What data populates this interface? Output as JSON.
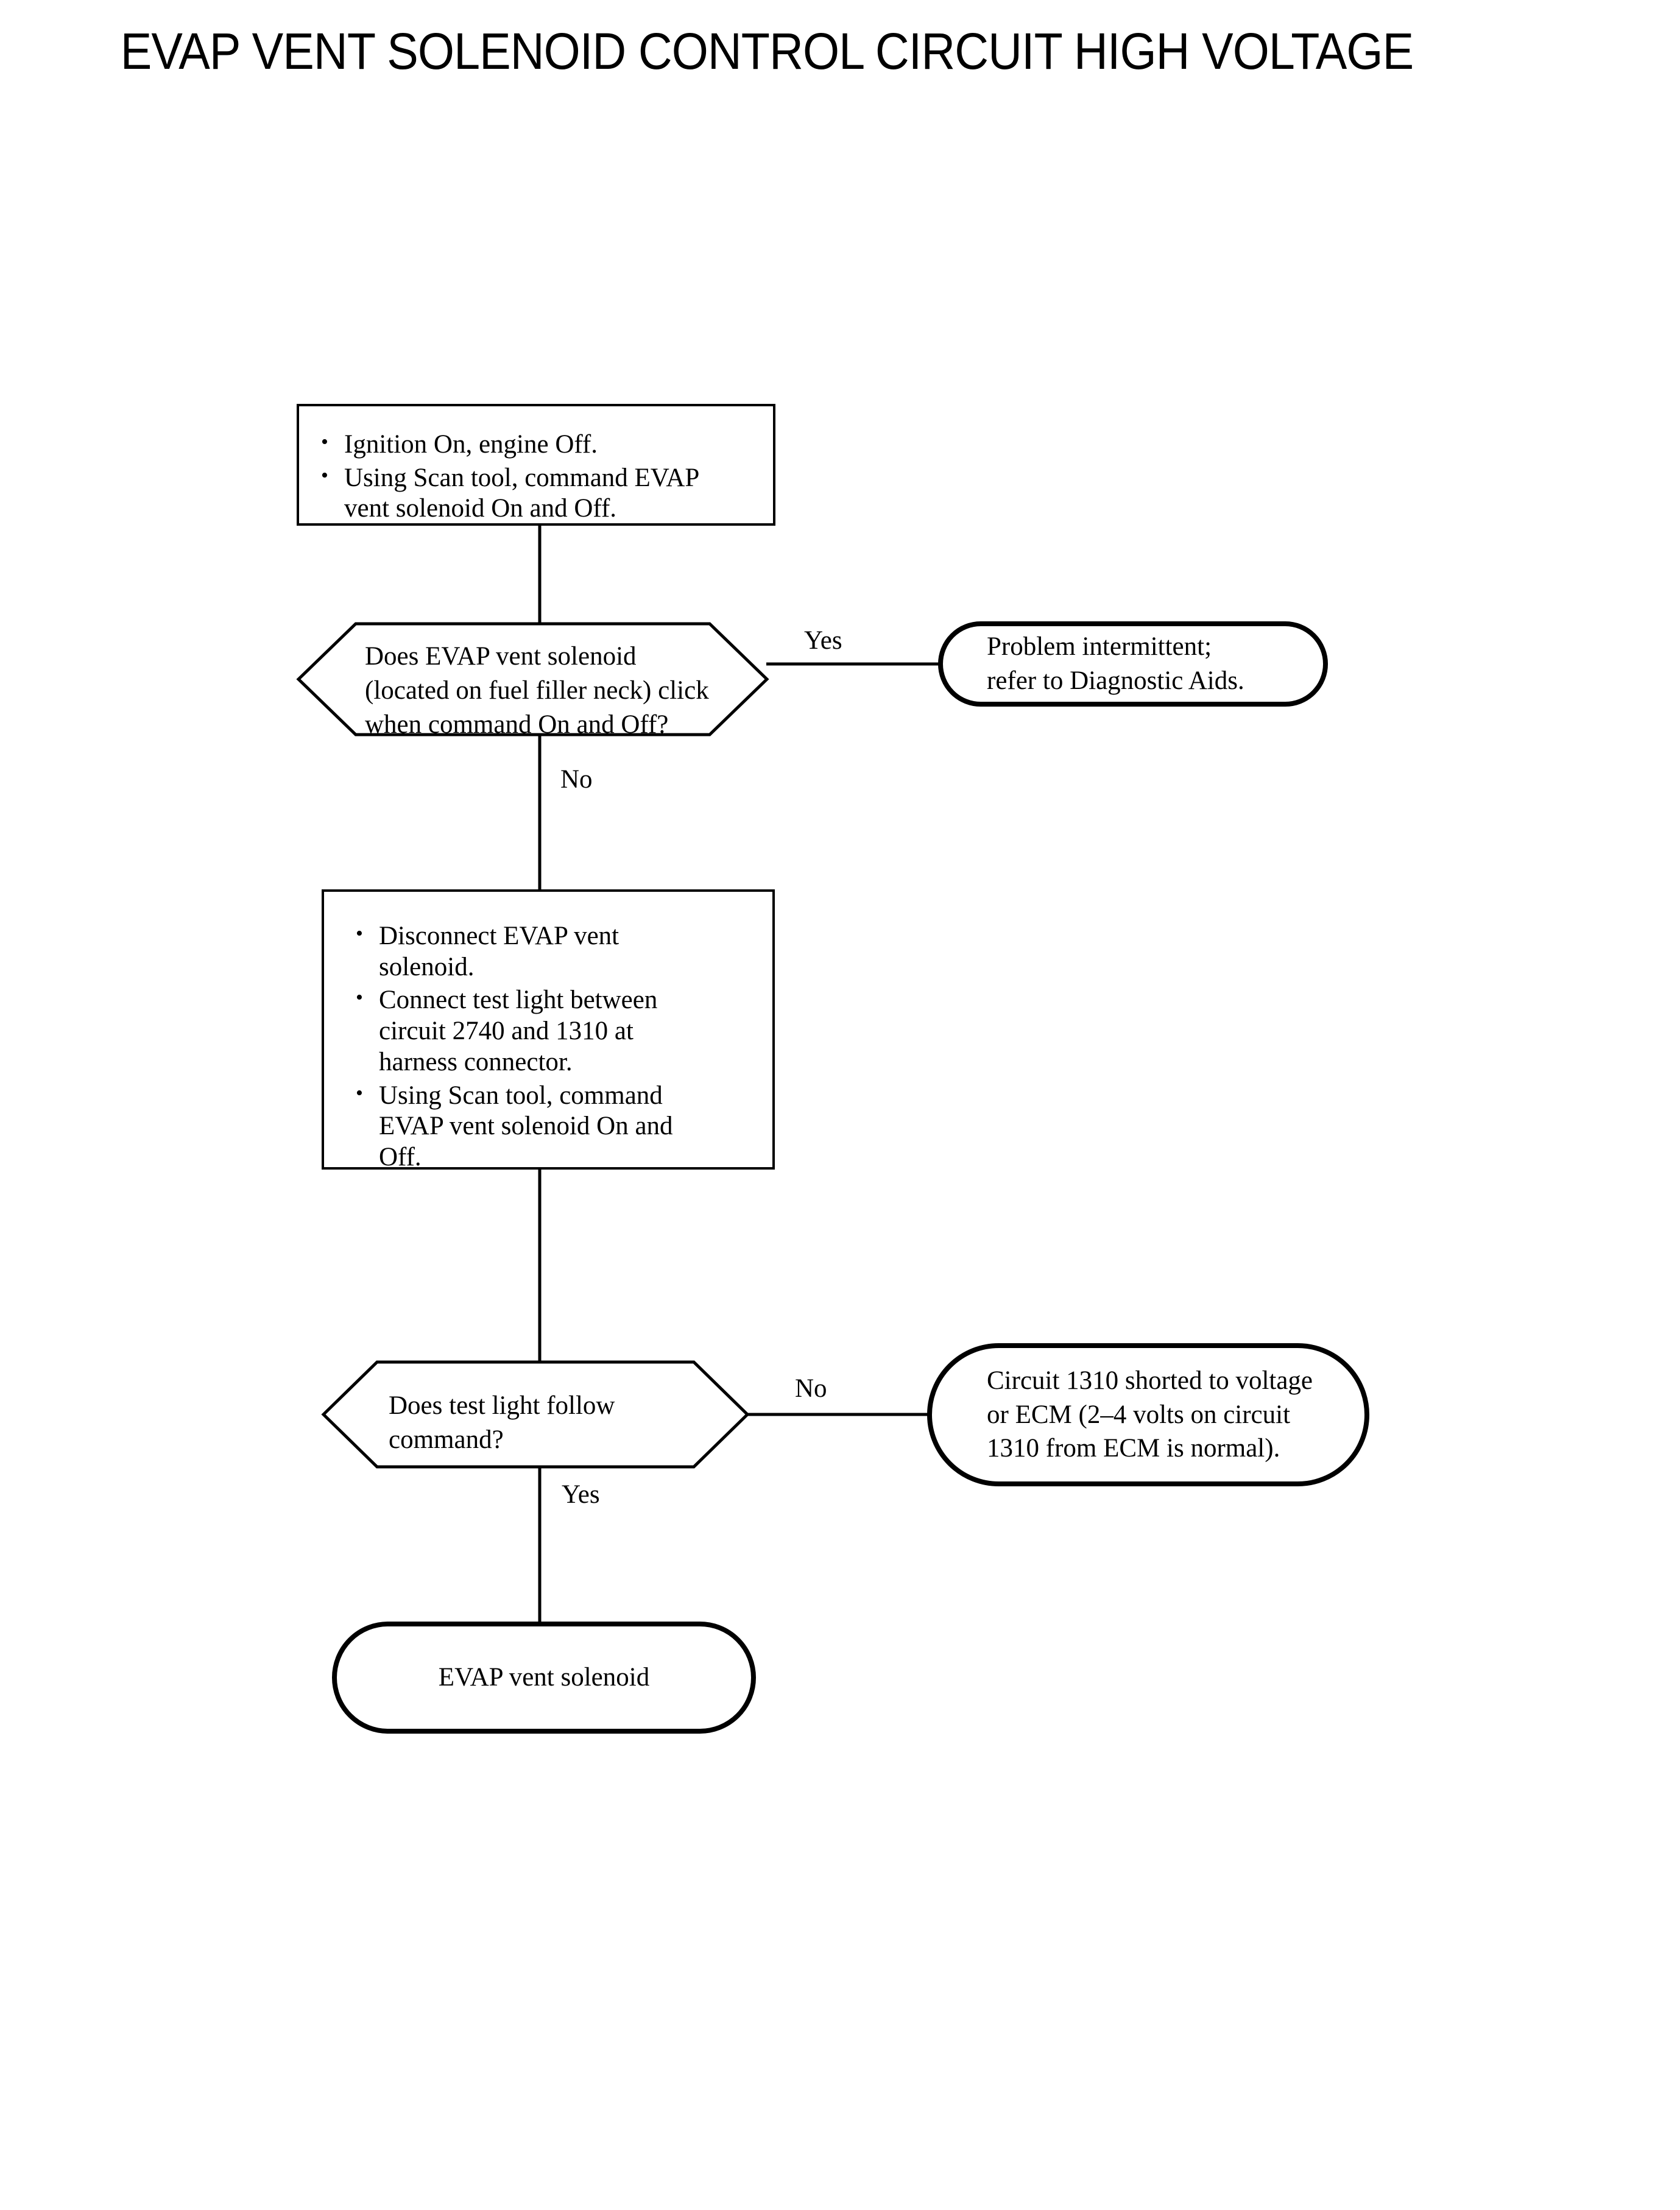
{
  "page": {
    "title": "EVAP VENT SOLENOID CONTROL CIRCUIT HIGH VOLTAGE",
    "background_color": "#ffffff",
    "ink_color": "#000000"
  },
  "flowchart": {
    "type": "diagnostic-flowchart",
    "nodes": [
      {
        "id": "step1",
        "shape": "process",
        "bullets": [
          "Ignition On, engine Off.",
          "Using Scan tool, command EVAP vent solenoid On and Off."
        ],
        "bullet_lines": [
          [
            "Ignition On, engine Off."
          ],
          [
            "Using Scan tool, command EVAP",
            "vent solenoid On and Off."
          ]
        ]
      },
      {
        "id": "decision1",
        "shape": "decision-hexagon",
        "lines": [
          "Does EVAP vent solenoid",
          "(located on fuel filler neck) click",
          "when command On and Off?"
        ]
      },
      {
        "id": "result1",
        "shape": "terminator-pill",
        "lines": [
          "Problem intermittent;",
          "refer to Diagnostic Aids."
        ]
      },
      {
        "id": "step2",
        "shape": "process",
        "bullet_lines": [
          [
            "Disconnect EVAP vent",
            "solenoid."
          ],
          [
            "Connect test light between",
            "circuit 2740 and 1310 at",
            "harness connector."
          ],
          [
            "Using Scan tool, command",
            "EVAP vent solenoid On and",
            "Off."
          ]
        ]
      },
      {
        "id": "decision2",
        "shape": "decision-hexagon",
        "lines": [
          "Does test light follow",
          "command?"
        ]
      },
      {
        "id": "result2",
        "shape": "terminator-pill",
        "lines": [
          "Circuit 1310 shorted to voltage",
          "or ECM (2–4 volts on circuit",
          "1310 from ECM is normal)."
        ]
      },
      {
        "id": "result3",
        "shape": "terminator-pill",
        "lines": [
          "EVAP vent solenoid"
        ]
      }
    ],
    "branch_labels": {
      "decision1_yes": "Yes",
      "decision1_no": "No",
      "decision2_no": "No",
      "decision2_yes": "Yes"
    }
  }
}
